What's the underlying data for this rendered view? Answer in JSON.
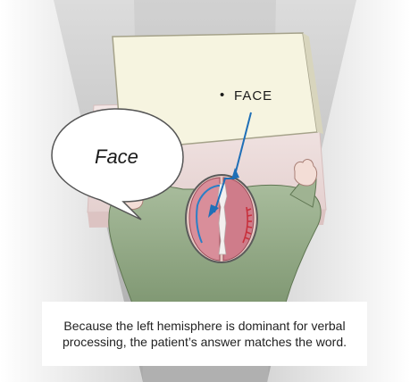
{
  "screen": {
    "fixation_dot": "•",
    "word": "FACE"
  },
  "speech_bubble": {
    "text": "Face"
  },
  "caption": {
    "text": "Because the left hemisphere is dominant for verbal processing, the patient’s answer matches the word."
  },
  "colors": {
    "arrow": "#1f6fb7",
    "left_hemisphere": "#d98e9a",
    "right_hemisphere": "#cf7c8a",
    "left_pathway": "#2a7fc6",
    "right_pathway": "#c8303c",
    "gown": "#9bb08f",
    "table": "#efe0df",
    "screen": "#f5f3de",
    "room": "#c9c9c9"
  }
}
